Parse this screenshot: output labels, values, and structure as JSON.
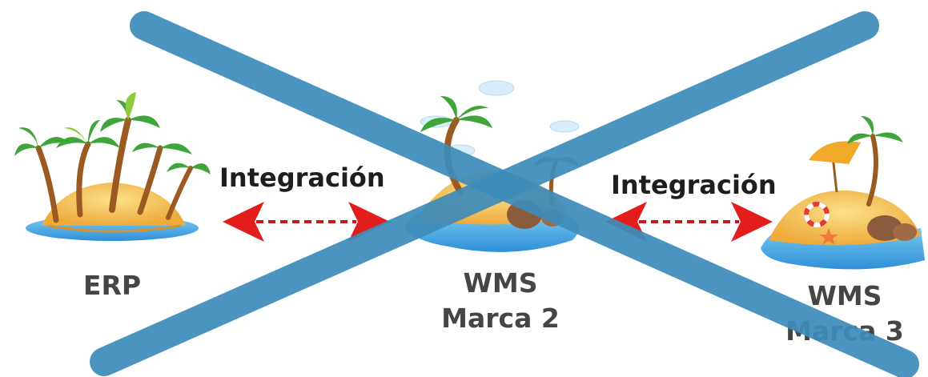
{
  "nodes": {
    "erp": {
      "line1": "ERP"
    },
    "wms2": {
      "line1": "WMS",
      "line2": "Marca 2"
    },
    "wms3": {
      "line1": "WMS",
      "line2": "Marca 3"
    }
  },
  "connections": [
    {
      "label": "Integración"
    },
    {
      "label": "Integración"
    }
  ],
  "colors": {
    "cross": "#3d8cba",
    "arrow_head": "#e31c1c",
    "dashed_line": "#c8181b",
    "sand": "#f6c659",
    "water": "#4fa8df",
    "palm_leaf": "#3fa53a",
    "trunk": "#9a5a22"
  }
}
